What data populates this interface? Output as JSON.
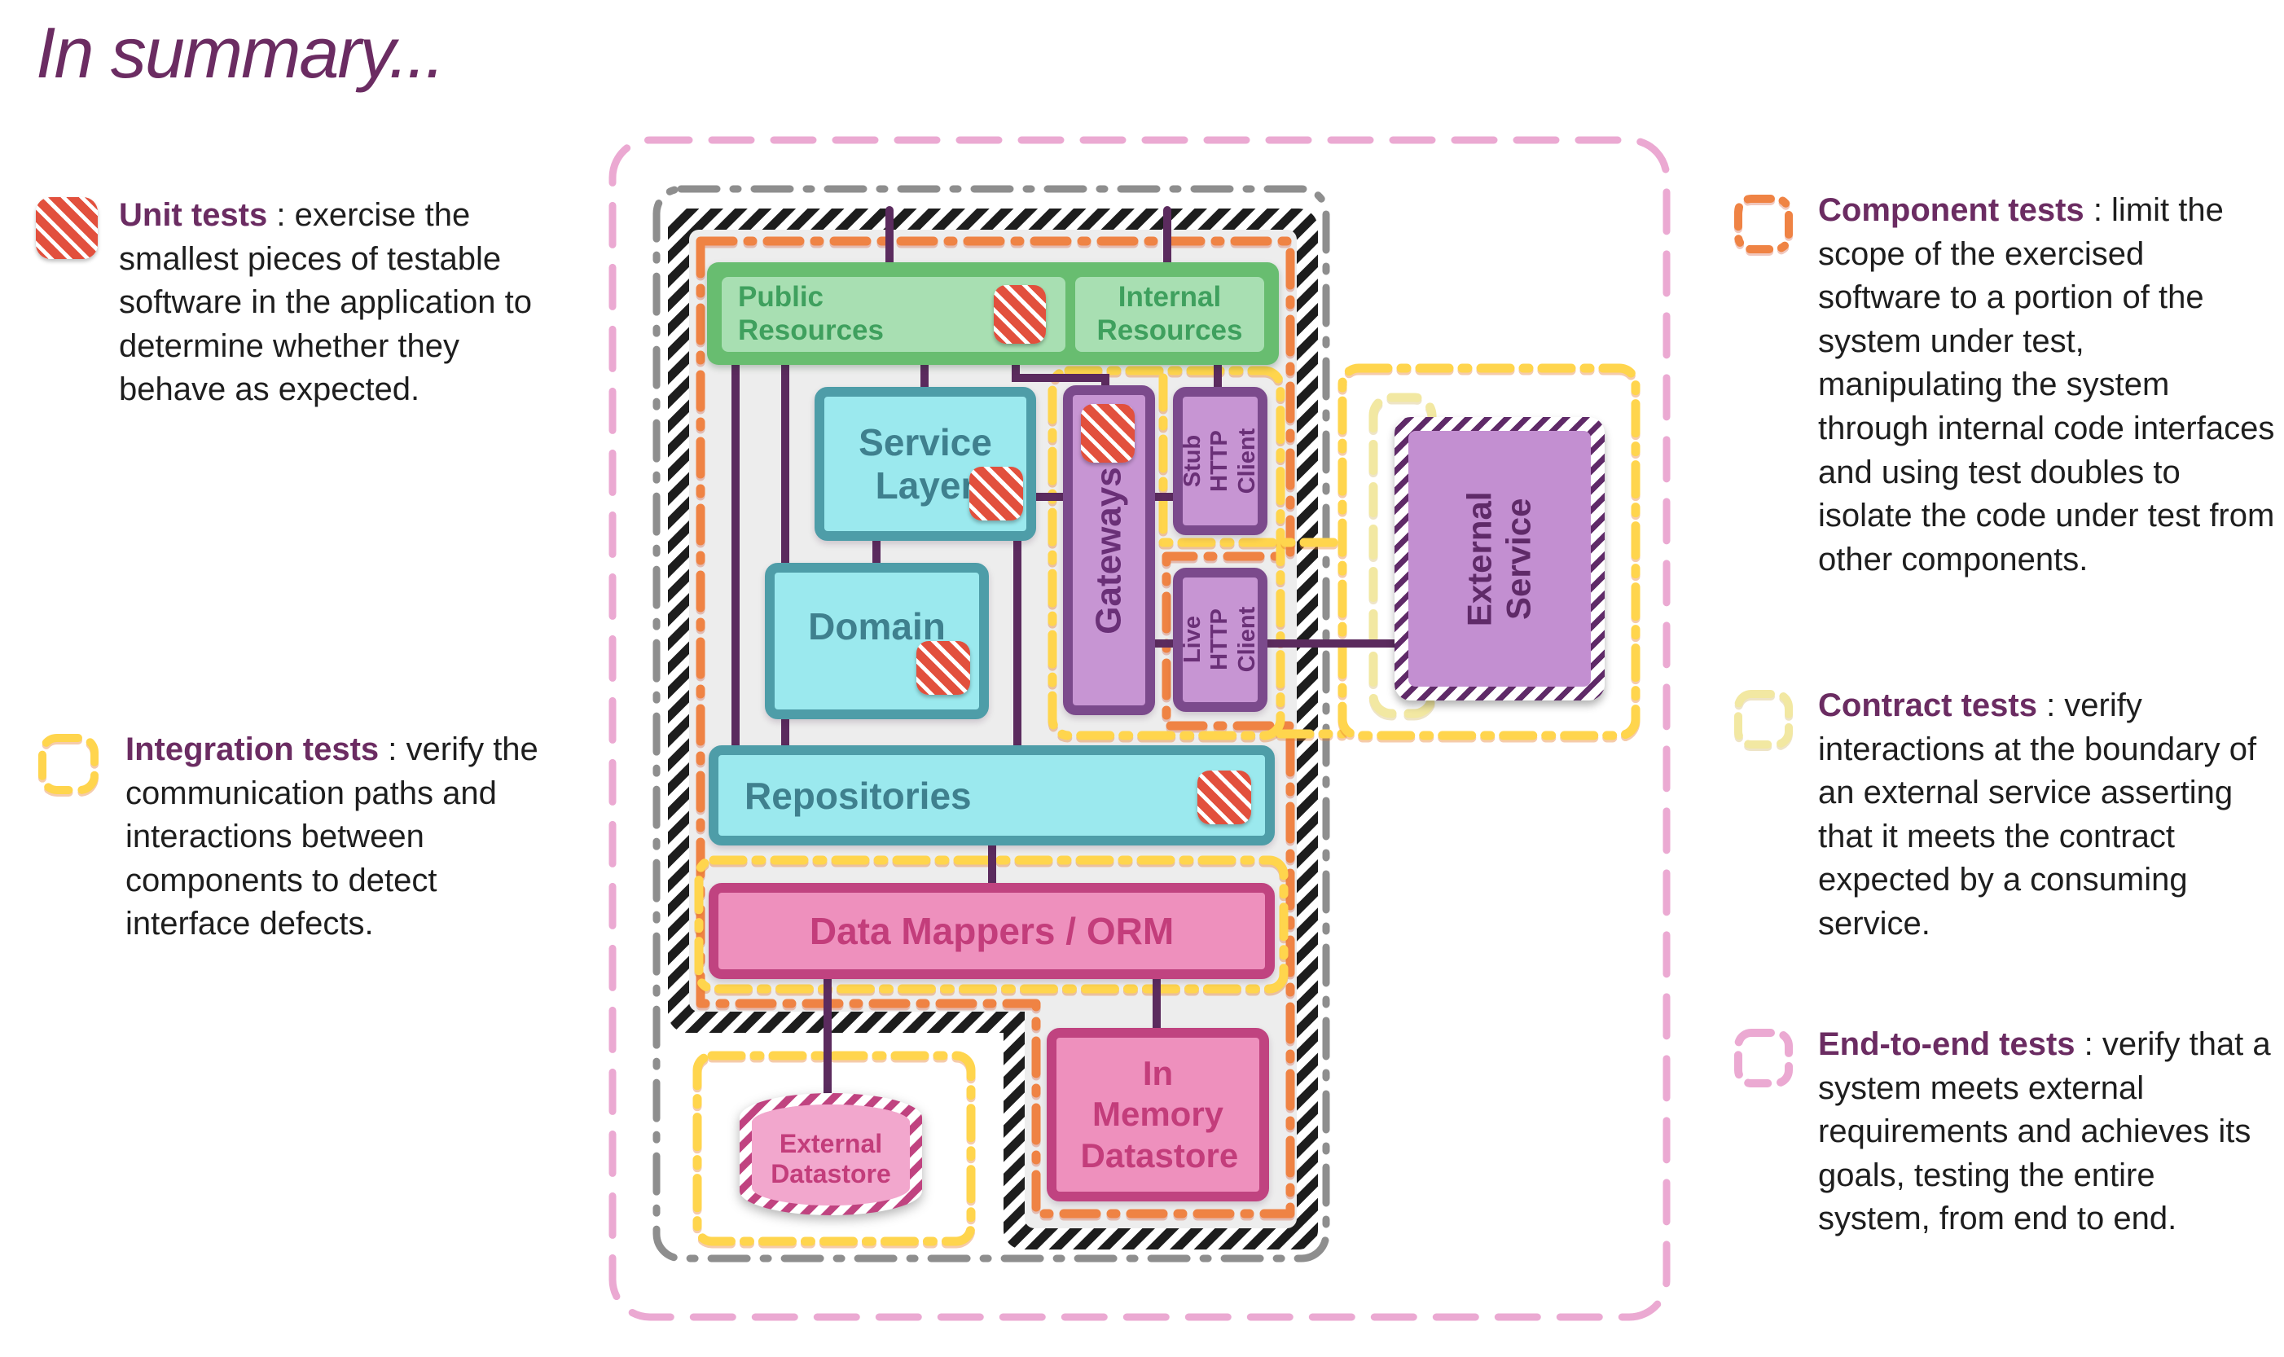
{
  "title": "In summary...",
  "legend_left": [
    {
      "name": "Unit tests",
      "desc": ": exercise the smallest pieces of testable software in the application to determine whether they behave as expected.",
      "icon": "unit-hatched-square"
    },
    {
      "name": "Integration tests",
      "desc": ": verify the communication paths and interactions between components to detect interface defects.",
      "icon": "yellow-dashed-square"
    }
  ],
  "legend_right": [
    {
      "name": "Component tests",
      "desc": ": limit the scope of the exercised software to a portion of the system under test, manipulating the system through internal code interfaces and using test doubles to isolate the code under test from other components.",
      "icon": "orange-dashed-square"
    },
    {
      "name": "Contract tests",
      "desc": ": verify interactions at the boundary of an external service asserting that it meets the contract expected by a consuming service.",
      "icon": "pale-yellow-dashed-square"
    },
    {
      "name": "End-to-end tests",
      "desc": ": verify that a system meets external requirements and achieves its goals, testing the entire system, from end to end.",
      "icon": "pink-dashed-square"
    }
  ],
  "diagram": {
    "boxes": {
      "public_resources": "Public Resources",
      "internal_resources": "Internal Resources",
      "service_layer": "Service Layer",
      "domain": "Domain",
      "gateways": "Gateways",
      "stub_http_client": "Stub HTTP Client",
      "live_http_client": "Live HTTP Client",
      "external_service": "External Service",
      "repositories": "Repositories",
      "data_mappers": "Data Mappers / ORM",
      "in_memory_datastore": "In Memory Datastore",
      "external_datastore": "External Datastore"
    }
  },
  "colors": {
    "heading_purple": "#6B2C62",
    "unit_red": "#E2503D",
    "integration_yellow": "#FFD54D",
    "component_orange": "#EF8344",
    "contract_pale_yellow": "#F2E8A2",
    "end_to_end_pink": "#EBA9D2",
    "boundary_gray": "#8E8E8E",
    "connector_purple": "#5B2B5E",
    "green_dark": "#68BD70",
    "green_light": "#A8DFB2",
    "green_text": "#3FA05E",
    "cyan_fill": "#9BE9EE",
    "cyan_border": "#4E9DA8",
    "cyan_text": "#3F808E",
    "purple_fill": "#C795D3",
    "purple_border": "#7B4A8C",
    "purple_text": "#6A3077",
    "extsvc_purple": "#5F2A68",
    "pink_fill": "#EE90BD",
    "pink_border": "#C04380",
    "pink_text": "#C33D7B",
    "inner_gray": "#EDEDED"
  }
}
